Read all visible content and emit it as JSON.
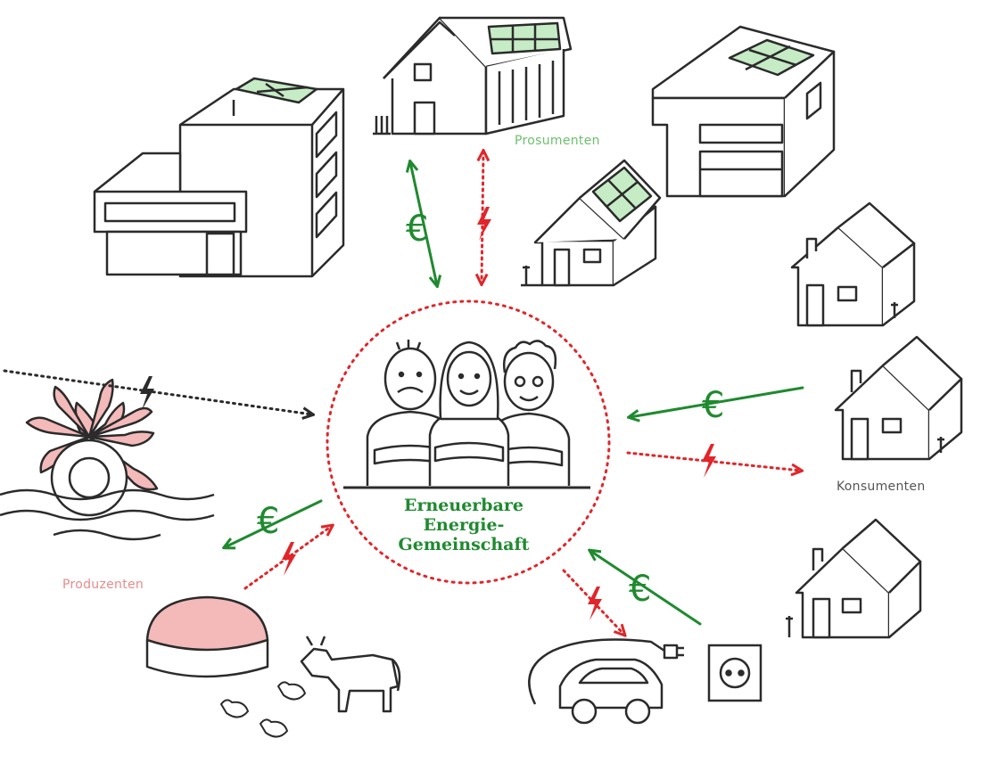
{
  "diagram": {
    "center_title": {
      "line1": "Erneuerbare",
      "line2": "Energie-",
      "line3": "Gemeinschaft"
    },
    "labels": {
      "prosumers": "Prosumenten",
      "consumers": "Konsumenten",
      "producers": "Produzenten"
    },
    "currency_symbol": "€",
    "colors": {
      "line": "#2b2b2b",
      "money": "#1f8a2f",
      "energy": "#e0262a",
      "solar_panel": "#c6ecc6",
      "accent_pink": "#f4b9b9",
      "prosumer_label": "#6cc06c",
      "producer_label": "#e88a8a",
      "consumer_label": "#555555"
    }
  }
}
